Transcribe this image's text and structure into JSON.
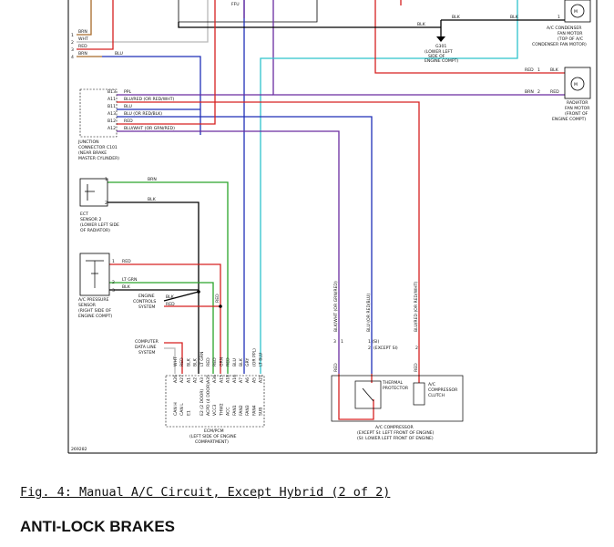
{
  "diagram_labels": {
    "ffu": "FFU",
    "top_rows": {
      "r1": "BRN",
      "r2": "WHT",
      "r3": "RED",
      "r4": "BRN",
      "r4b": "BLU",
      "n1": "1",
      "n2": "2",
      "n3": "3",
      "n4": "4"
    },
    "g301": {
      "blk1": "BLK",
      "blk2": "BLK",
      "blk3": "BLK",
      "id": "G301",
      "desc": [
        "(LOWER LEFT",
        "SIDE OF",
        "ENGINE COMPT)"
      ]
    },
    "cond_fan": {
      "pin1": "1",
      "pin2": "2",
      "m": "M",
      "desc": [
        "A/C CONDENSER",
        "FAN MOTOR",
        "(TOP OF A/C",
        "CONDENSER FAN MOTOR)"
      ]
    },
    "rad_fan": {
      "red": "RED",
      "blk": "BLK",
      "brn": "BRN",
      "red2": "RED",
      "pin1": "1",
      "pin2": "2",
      "m": "M",
      "desc": [
        "RADIATOR",
        "FAN MOTOR",
        "(FRONT OF",
        "ENGINE COMPT)"
      ]
    },
    "junction": {
      "pins": [
        {
          "pin": "B13",
          "wire": "PPL"
        },
        {
          "pin": "A11",
          "wire": "BLU/RED (OR RED/WHT)"
        },
        {
          "pin": "B11",
          "wire": "BLU"
        },
        {
          "pin": "A13",
          "wire": "BLU (OR RED/BLK)"
        },
        {
          "pin": "B12",
          "wire": "RED"
        },
        {
          "pin": "A12",
          "wire": "BLU/WHT (OR GRN/RED)"
        }
      ],
      "desc": [
        "JUNCTION",
        "CONNECTOR C101",
        "(NEAR BRAKE",
        "MASTER CYLINDER)"
      ]
    },
    "ect": {
      "pin1": "1",
      "pin2": "2",
      "brn": "BRN",
      "blk": "BLK",
      "desc": [
        "ECT",
        "SENSOR 2",
        "(LOWER LEFT SIDE",
        "OF RADIATOR)"
      ]
    },
    "ac_pressure": {
      "pin1": "1",
      "pin2": "2",
      "pin3": "3",
      "red": "RED",
      "ltgrn": "LT GRN",
      "blk": "BLK",
      "blk2": "BLK",
      "red2": "RED",
      "red3": "RED",
      "desc": [
        "A/C PRESSURE",
        "SENSOR",
        "(RIGHT SIDE OF",
        "ENGINE COMPT)"
      ]
    },
    "engine_controls": [
      "ENGINE",
      "CONTROLS",
      "SYSTEM"
    ],
    "computer_data": [
      "COMPUTER",
      "DATA LINE",
      "SYSTEM"
    ],
    "ecm_pins": [
      {
        "pin": "A26",
        "wire": "WHT",
        "name": "CAN H"
      },
      {
        "pin": "A27",
        "wire": "RED",
        "name": "CAN L"
      },
      {
        "pin": "A1",
        "wire": "BLK",
        "name": "E1"
      },
      {
        "pin": "A2",
        "wire": "BLK",
        "name": ""
      },
      {
        "pin": "A3",
        "wire": "LT GRN",
        "name": "E2 (2 DOOR)"
      },
      {
        "pin": "A35",
        "wire": "RED",
        "name": "ACPD (4 DOOR)"
      },
      {
        "pin": "A36",
        "wire": "RED",
        "name": "VCC3"
      },
      {
        "pin": "A15",
        "wire": "GRN",
        "name": "THW2"
      },
      {
        "pin": "A18",
        "wire": "RED",
        "name": "ACC"
      },
      {
        "pin": "A16",
        "wire": "BLU",
        "name": "FAN1"
      },
      {
        "pin": "A7",
        "wire": "BLK",
        "name": "FAN2"
      },
      {
        "pin": "A6",
        "wire": "GRY",
        "name": "FAN3"
      },
      {
        "pin": "A5",
        "wire": "(OR PPL)",
        "name": "FAN4"
      },
      {
        "pin": "A21",
        "wire": "LT BLU",
        "name": "SUB"
      }
    ],
    "ecm_desc": [
      "ECM/PCM",
      "(LEFT SIDE OF ENGINE",
      "COMPARTMENT)"
    ],
    "compressor": {
      "v1": "BLK/WHT (OR GRN/RED)",
      "v2": "BLU (OR RED/BLU)",
      "v3": "BLU/RED (OR RED/WHT)",
      "pin3": "3",
      "pin1": "1",
      "pin1b": "1 (SI)",
      "pin2": "2",
      "except": "(EXCEPT SI)",
      "red": "RED",
      "red2": "RED",
      "thermal": [
        "THERMAL",
        "PROTECTOR"
      ],
      "clutch": [
        "A/C",
        "COMPRESSOR",
        "CLUTCH"
      ],
      "desc": [
        "A/C COMPRESSOR",
        "(EXCEPT SI: LEFT FRONT OF ENGINE)",
        "(SI: LOWER LEFT FRONT OF ENGINE)"
      ]
    },
    "figure_id": "269282"
  },
  "caption": "Fig. 4: Manual A/C Circuit, Except Hybrid (2 of 2)",
  "section_title": "ANTI-LOCK BRAKES",
  "colors": {
    "red": "#d62020",
    "blue": "#1f2fb8",
    "purple": "#6a2ca0",
    "green": "#2aa52a",
    "cyan": "#2ec4cc",
    "gray": "#b8b8b8",
    "brown": "#a86a2a",
    "pink": "#c080c8"
  }
}
